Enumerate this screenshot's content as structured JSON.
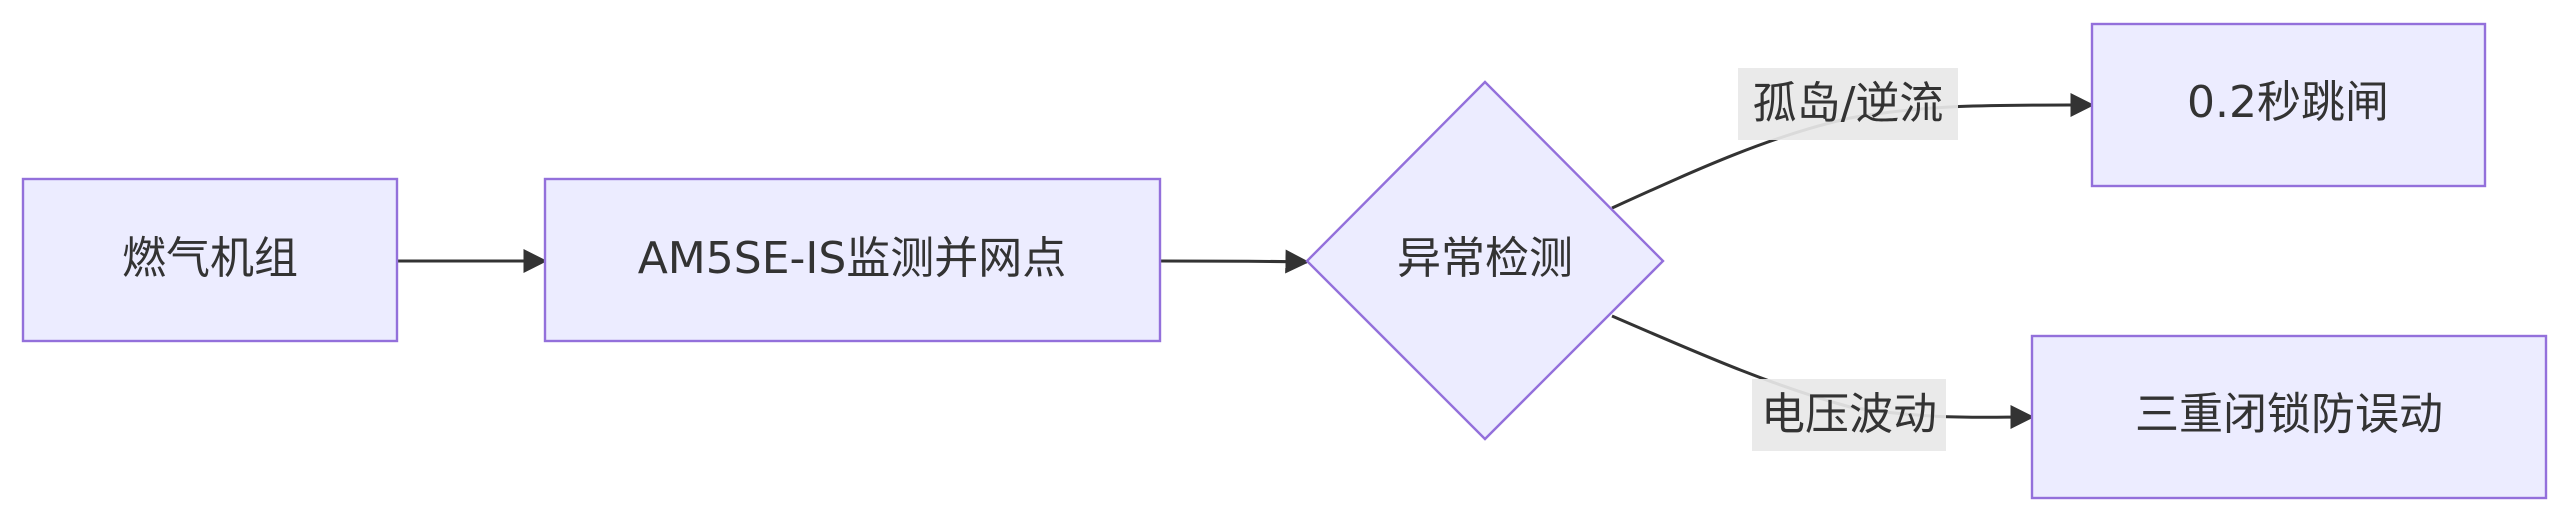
{
  "nodes": {
    "gas_turbine": "燃气机组",
    "monitor": "AM5SE-IS监测并网点",
    "anomaly": "异常检测",
    "trip": "0.2秒跳闸",
    "interlock": "三重闭锁防误动"
  },
  "edges": {
    "islanding": "孤岛/逆流",
    "voltage": "电压波动"
  },
  "colors": {
    "node_fill": "#ececff",
    "node_stroke": "#9370db",
    "edge": "#333333",
    "label_bg": "#e8e8e8",
    "text": "#333333"
  }
}
